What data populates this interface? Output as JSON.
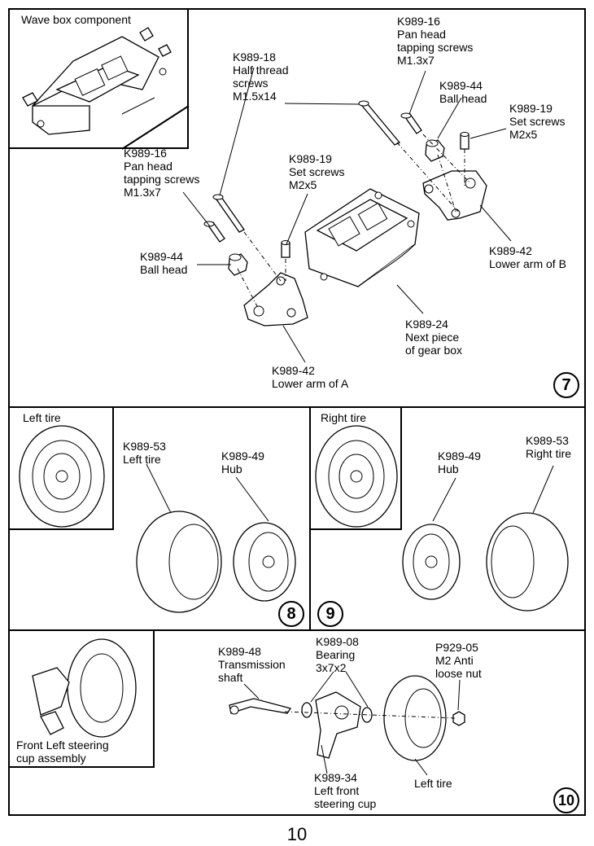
{
  "step7": {
    "number": "7",
    "inset_title": "Wave box component",
    "labels": {
      "screws_top": "K989-16\nPan head\ntapping screws\nM1.3x7",
      "half_thread": "K989-18\nHalf thread\nscrews\nM1.5x14",
      "ball_head_top": "K989-44\nBall head",
      "set_screws_top": "K989-19\nSet screws\nM2x5",
      "screws_left": "K989-16\nPan head\ntapping screws\nM1.3x7",
      "set_screws_mid": "K989-19\nSet screws\nM2x5",
      "ball_head_left": "K989-44\nBall head",
      "lower_arm_b": "K989-42\nLower arm of B",
      "gear_box": "K989-24\nNext piece\nof gear box",
      "lower_arm_a": "K989-42\nLower arm of A"
    }
  },
  "step8": {
    "number": "8",
    "inset_title": "Left tire",
    "tire_label": "K989-53\nLeft tire",
    "hub_label": "K989-49\nHub"
  },
  "step9": {
    "number": "9",
    "inset_title": "Right tire",
    "hub_label": "K989-49\nHub",
    "tire_label": "K989-53\nRight tire"
  },
  "step10": {
    "number": "10",
    "inset_caption": "Front Left steering\ncup assembly",
    "shaft_label": "K989-48\nTransmission\nshaft",
    "bearing_label": "K989-08\nBearing\n3x7x2",
    "nut_label": "P929-05\nM2 Anti\nloose nut",
    "steering_cup_label": "K989-34\nLeft front\nsteering cup",
    "tire_label": "Left tire"
  },
  "page_number": "10"
}
